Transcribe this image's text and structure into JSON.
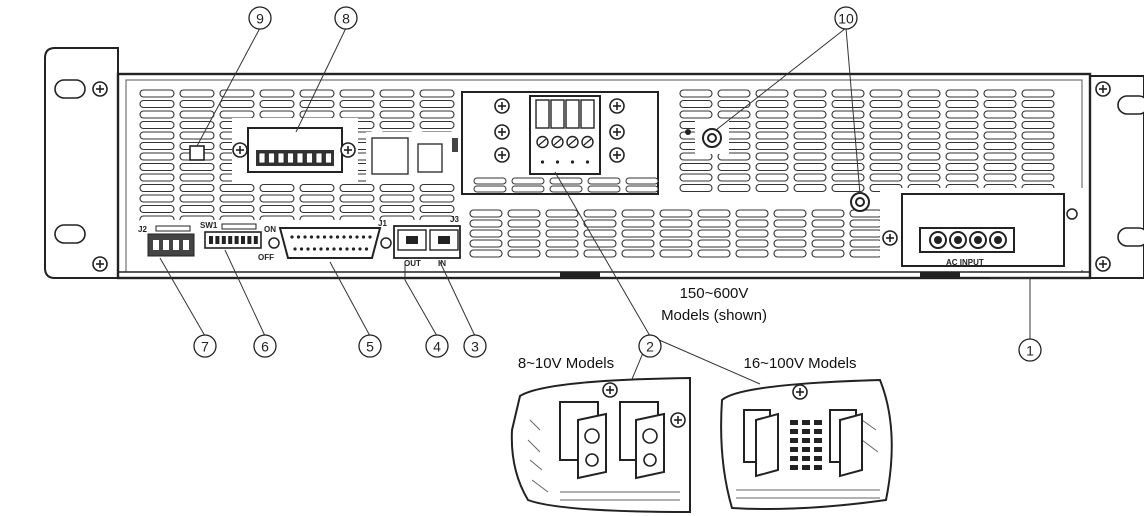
{
  "panel": {
    "connector_labels": {
      "j1": "J1",
      "j2": "J2",
      "j3": "J3",
      "sw1": "SW1",
      "on": "ON",
      "off": "OFF",
      "out": "OUT",
      "in": "IN",
      "ac_input": "AC INPUT"
    }
  },
  "callouts": [
    {
      "id": "1",
      "label": "1"
    },
    {
      "id": "2",
      "label": "2"
    },
    {
      "id": "3",
      "label": "3"
    },
    {
      "id": "4",
      "label": "4"
    },
    {
      "id": "5",
      "label": "5"
    },
    {
      "id": "6",
      "label": "6"
    },
    {
      "id": "7",
      "label": "7"
    },
    {
      "id": "8",
      "label": "8"
    },
    {
      "id": "9",
      "label": "9"
    },
    {
      "id": "10",
      "label": "10"
    }
  ],
  "captions": {
    "shown_line1": "150~600V",
    "shown_line2": "Models (shown)",
    "models_8_10": "8~10V Models",
    "models_16_100": "16~100V Models"
  }
}
